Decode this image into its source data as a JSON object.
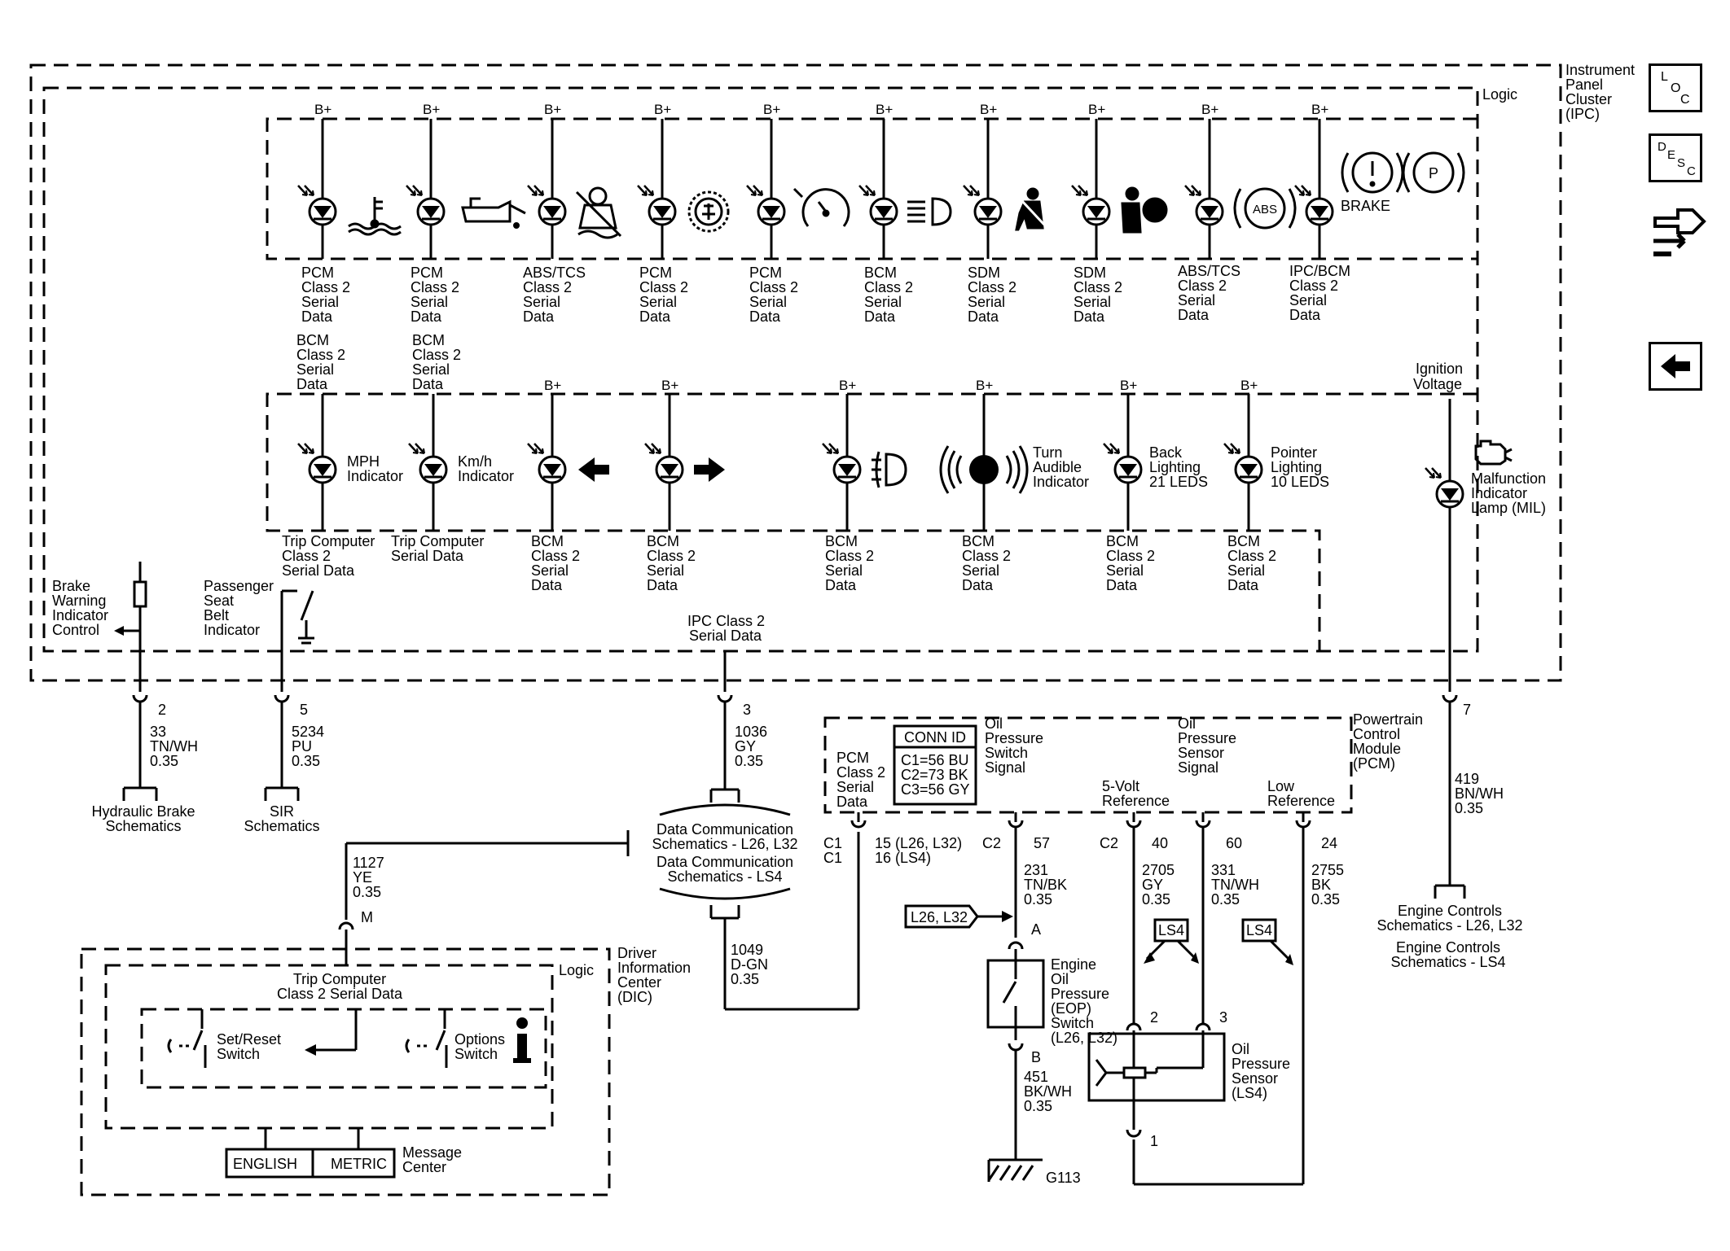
{
  "ipc": {
    "title": [
      "Instrument",
      "Panel",
      "Cluster",
      "(IPC)"
    ],
    "logic": "Logic",
    "bplus": "B+",
    "top_sources": [
      [
        "PCM",
        "Class 2",
        "Serial",
        "Data"
      ],
      [
        "PCM",
        "Class 2",
        "Serial",
        "Data"
      ],
      [
        "ABS/TCS",
        "Class 2",
        "Serial",
        "Data"
      ],
      [
        "PCM",
        "Class 2",
        "Serial",
        "Data"
      ],
      [
        "PCM",
        "Class 2",
        "Serial",
        "Data"
      ],
      [
        "BCM",
        "Class 2",
        "Serial",
        "Data"
      ],
      [
        "SDM",
        "Class 2",
        "Serial",
        "Data"
      ],
      [
        "SDM",
        "Class 2",
        "Serial",
        "Data"
      ],
      [
        "ABS/TCS",
        "Class 2",
        "Serial",
        "Data"
      ],
      [
        "IPC/BCM",
        "Class 2",
        "Serial",
        "Data"
      ]
    ],
    "bcm_sources": [
      [
        "BCM",
        "Class 2",
        "Serial",
        "Data"
      ],
      [
        "BCM",
        "Class 2",
        "Serial",
        "Data"
      ]
    ],
    "abs_label": "ABS",
    "brake_label": "BRAKE",
    "p_label": "P",
    "ignition": [
      "Ignition",
      "Voltage"
    ],
    "bottom_labels": [
      [
        "MPH",
        "Indicator"
      ],
      [
        "Km/h",
        "Indicator"
      ],
      [
        "Turn",
        "Audible",
        "Indicator"
      ],
      [
        "Back",
        "Lighting",
        "21 LEDS"
      ],
      [
        "Pointer",
        "Lighting",
        "10 LEDS"
      ]
    ],
    "bottom_sources": [
      [
        "Trip Computer",
        "Class 2",
        "Serial Data"
      ],
      [
        "Trip Computer",
        "Serial Data"
      ],
      [
        "BCM",
        "Class 2",
        "Serial",
        "Data"
      ],
      [
        "BCM",
        "Class 2",
        "Serial",
        "Data"
      ],
      [
        "BCM",
        "Class 2",
        "Serial",
        "Data"
      ],
      [
        "BCM",
        "Class 2",
        "Serial",
        "Data"
      ],
      [
        "BCM",
        "Class 2",
        "Serial",
        "Data"
      ],
      [
        "BCM",
        "Class 2",
        "Serial",
        "Data"
      ]
    ],
    "mil": [
      "Malfunction",
      "Indicator",
      "Lamp (MIL)"
    ],
    "brake_warning": [
      "Brake",
      "Warning",
      "Indicator",
      "Control"
    ],
    "pass_belt": [
      "Passenger",
      "Seat",
      "Belt",
      "Indicator"
    ],
    "ipc_serial": [
      "IPC Class 2",
      "Serial Data"
    ]
  },
  "wires": {
    "w2": [
      "2",
      "33",
      "TN/WH",
      "0.35"
    ],
    "w5": [
      "5",
      "5234",
      "PU",
      "0.35"
    ],
    "w3": [
      "3",
      "1036",
      "GY",
      "0.35"
    ],
    "w7": [
      "7",
      "419",
      "BN/WH",
      "0.35"
    ],
    "wM": [
      "M",
      "1127",
      "YE",
      "0.35"
    ],
    "w1049": [
      "1049",
      "D-GN",
      "0.35"
    ],
    "hydraulic": [
      "Hydraulic Brake",
      "Schematics"
    ],
    "sir": [
      "SIR",
      "Schematics"
    ],
    "dc1": [
      "Data Communication",
      "Schematics - L26, L32"
    ],
    "dc2": [
      "Data Communication",
      "Schematics - LS4"
    ],
    "engine1": [
      "Engine Controls",
      "Schematics - L26, L32"
    ],
    "engine2": [
      "Engine Controls",
      "Schematics - LS4"
    ]
  },
  "pcm": {
    "title": [
      "Powertrain",
      "Control",
      "Module",
      "(PCM)"
    ],
    "serial": [
      "PCM",
      "Class 2",
      "Serial",
      "Data"
    ],
    "conn_title": "CONN ID",
    "conn": [
      "C1=56 BU",
      "C2=73 BK",
      "C3=56 GY"
    ],
    "oil_switch_signal": [
      "Oil",
      "Pressure",
      "Switch",
      "Signal"
    ],
    "five_volt": [
      "5-Volt",
      "Reference"
    ],
    "oil_sensor_signal": [
      "Oil",
      "Pressure",
      "Sensor",
      "Signal"
    ],
    "low_ref": [
      "Low",
      "Reference"
    ],
    "c1": [
      "C1",
      "C1"
    ],
    "p15": [
      "15 (L26, L32)",
      "16 (LS4)"
    ],
    "c2a": "C2",
    "p57": "57",
    "c2b": "C2",
    "p40": "40",
    "p60": "60",
    "p24": "24",
    "w231": [
      "231",
      "TN/BK",
      "0.35"
    ],
    "w2705": [
      "2705",
      "GY",
      "0.35"
    ],
    "w331": [
      "331",
      "TN/WH",
      "0.35"
    ],
    "w2755": [
      "2755",
      "BK",
      "0.35"
    ]
  },
  "eop": {
    "tag": "L26, L32",
    "a": "A",
    "b": "B",
    "label": [
      "Engine",
      "Oil",
      "Pressure",
      "(EOP)",
      "Switch",
      "(L26, L32)"
    ],
    "w451": [
      "451",
      "BK/WH",
      "0.35"
    ],
    "ground": "G113"
  },
  "sensor": {
    "ls4a": "LS4",
    "ls4b": "LS4",
    "p2": "2",
    "p3": "3",
    "p1": "1",
    "label": [
      "Oil",
      "Pressure",
      "Sensor",
      "(LS4)"
    ]
  },
  "dic": {
    "title": [
      "Driver",
      "Information",
      "Center",
      "(DIC)"
    ],
    "logic": "Logic",
    "trip": [
      "Trip Computer",
      "Class 2 Serial Data"
    ],
    "setreset": [
      "Set/Reset",
      "Switch"
    ],
    "options": [
      "Options",
      "Switch"
    ],
    "info_icon": "i",
    "english": "ENGLISH",
    "metric": "METRIC",
    "message": [
      "Message",
      "Center"
    ]
  },
  "nav": {
    "loc": [
      "L",
      "O",
      "C"
    ],
    "desc": [
      "D",
      "E",
      "S",
      "C"
    ]
  }
}
